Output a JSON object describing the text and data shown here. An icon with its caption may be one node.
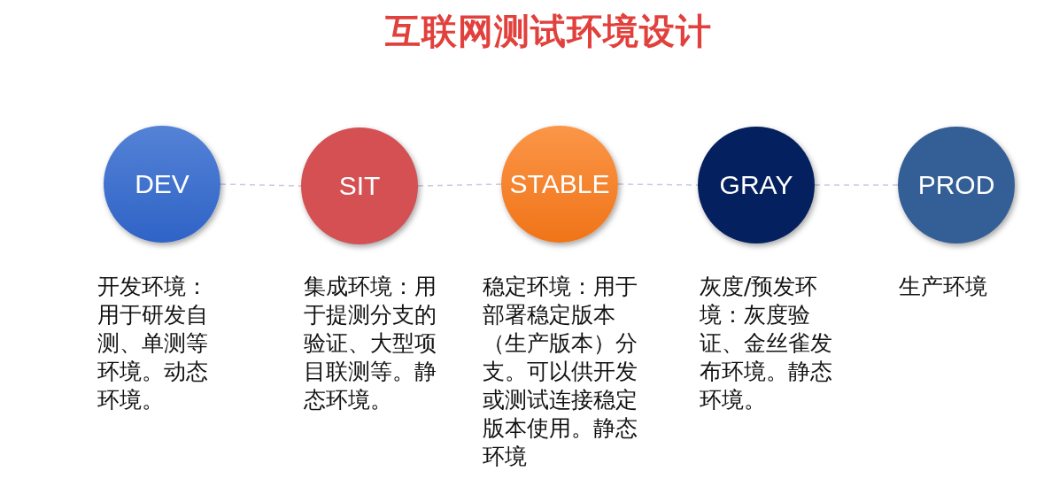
{
  "diagram": {
    "title": "互联网测试环境设计",
    "nodes": [
      {
        "text": [
          "DEV"
        ],
        "beside": [
          "开发环境：用于研发自测、单测等环境。动态环境。"
        ]
      },
      {
        "text": [
          "SIT"
        ],
        "beside": [
          "集成环境：用于提测分支的验证、大型项目联测等。静态环境。"
        ]
      },
      {
        "text": [
          "STABLE"
        ],
        "beside": [
          "稳定环境：用于部署稳定版本（生产版本）分支。可以供开发或测试连接稳定版本使用。静态环境"
        ]
      },
      {
        "text": [
          "GRAY"
        ],
        "beside": [
          "灰度/预发环境：灰度验证、金丝雀发布环境。静态环境。"
        ]
      },
      {
        "text": [
          "PROD"
        ],
        "beside": [
          "生产环境"
        ]
      }
    ],
    "edges": [
      {
        "from": 0,
        "to": 1,
        "arrow": "none",
        "style": "dashed"
      },
      {
        "from": 1,
        "to": 2,
        "arrow": "none",
        "style": "dashed"
      },
      {
        "from": 2,
        "to": 3,
        "arrow": "none",
        "style": "dashed"
      },
      {
        "from": 3,
        "to": 4,
        "arrow": "none",
        "style": "dashed"
      }
    ]
  }
}
